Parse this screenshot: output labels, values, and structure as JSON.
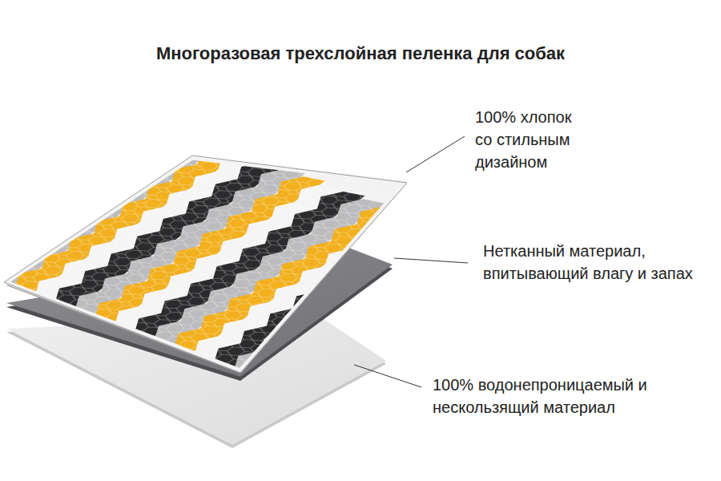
{
  "diagram": {
    "title": "Многоразовая трехслойная пеленка для собак",
    "labels": [
      "100% хлопок со стильным дизайном",
      "Нетканный материал, впитывающий влагу и запах",
      "100% водонепроницаемый и нескользящий материал"
    ]
  }
}
